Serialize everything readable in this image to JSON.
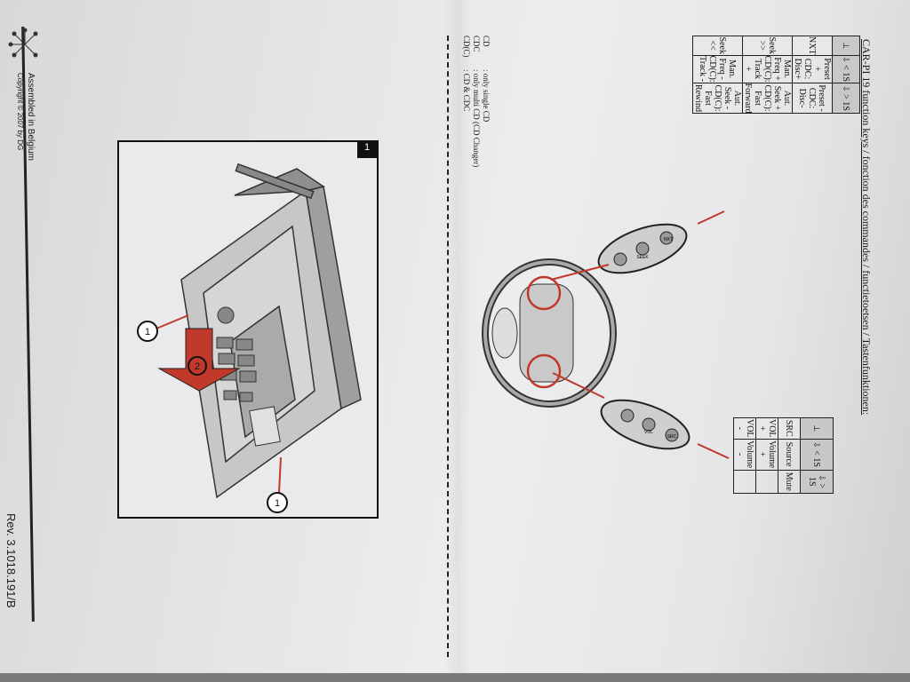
{
  "heading": "CAR-PI 19 function keys / fonction des commandes / functietoetsen / Tastenfunktionen:",
  "legend": [
    {
      "code": "CD",
      "desc": ": only single CD"
    },
    {
      "code": "CDC",
      "desc": ": only multi CD (CD Changer)"
    },
    {
      "code": "CD(C)",
      "desc": ": CD & CDC"
    }
  ],
  "footer": {
    "assembled": "Assembled in Belgium",
    "copyright": "Copyright © 2007 by DG",
    "rev": "Rev. 3.1018.191/B"
  },
  "figure_badge": "1",
  "callouts": [
    "1",
    "2",
    "1"
  ],
  "table_top": {
    "head": [
      "< 1S",
      "> 1S"
    ],
    "rows": [
      {
        "key": "NXT",
        "short": "Preset +\nCDC: Disc+",
        "long": "Preset -\nCDC: Disc-"
      },
      {
        "key": "Seek >>",
        "short": "Man. Freq +\nCD(C): Track +",
        "long": "Aut. Seek +\nCD(C): Fast Forward"
      },
      {
        "key": "Seek <<",
        "short": "Man. Freq -\nCD(C): Track -",
        "long": "Aut. Seek -\nCD(C): Fast Rewind"
      }
    ]
  },
  "table_bottom": {
    "head": [
      "< 1S",
      "> 1S"
    ],
    "rows": [
      {
        "key": "SRC",
        "short": "Source",
        "long": "Mute"
      },
      {
        "key": "VOL +",
        "short": "Volume +",
        "long": ""
      },
      {
        "key": "VOL -",
        "short": "Volume -",
        "long": ""
      }
    ]
  },
  "remote_top_labels": [
    "NXT",
    "SEEK"
  ],
  "remote_bottom_labels": [
    "VOL",
    "SRC"
  ],
  "colors": {
    "accent": "#c0392b",
    "ink": "#1a1a1a"
  }
}
